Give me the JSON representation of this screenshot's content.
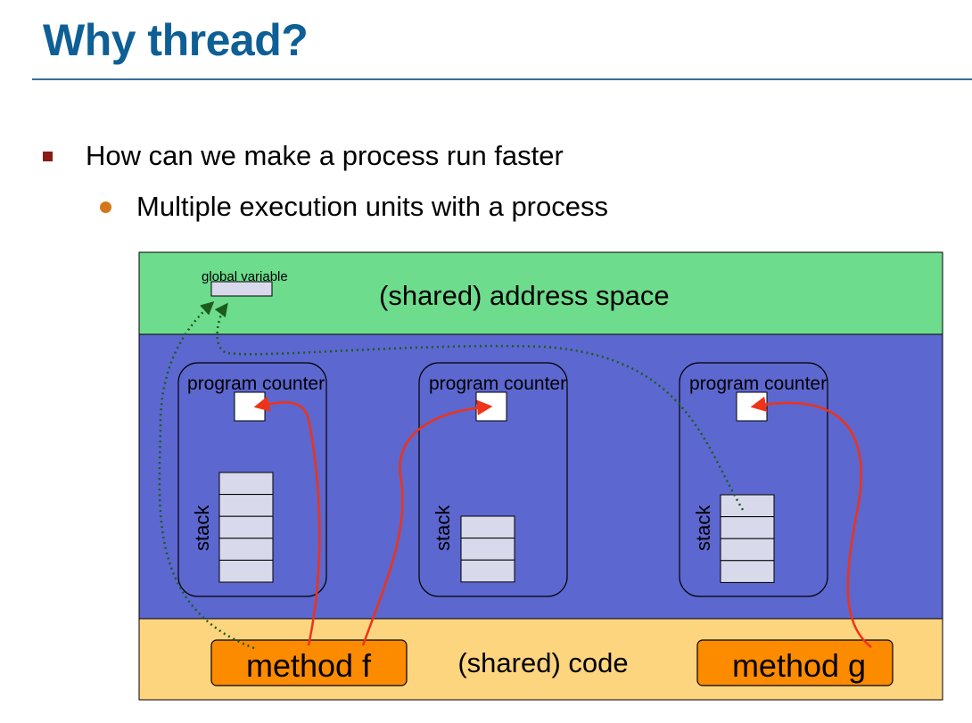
{
  "title": "Why thread?",
  "bullets": [
    {
      "text": "How can we make a process run faster",
      "level": 1
    },
    {
      "text": "Multiple execution units with a process",
      "level": 2
    }
  ],
  "diagram": {
    "address_space_label": "(shared) address space",
    "global_variable_label": "global variable",
    "code_label": "(shared) code",
    "threads": [
      {
        "pc_label": "program counter",
        "stack_label": "stack",
        "stack_slots": 5
      },
      {
        "pc_label": "program counter",
        "stack_label": "stack",
        "stack_slots": 3
      },
      {
        "pc_label": "program counter",
        "stack_label": "stack",
        "stack_slots": 4
      }
    ],
    "methods": [
      "method f",
      "method g"
    ],
    "colors": {
      "address_space": "#6ddc8c",
      "thread_region": "#5c67cf",
      "code_region": "#fdd57f",
      "method_box": "#fd8b00",
      "stack_cell": "#d8d9ea",
      "pc_arrow": "#ee3319",
      "dotted_arrow": "#1c5b1c",
      "title": "#0d5f95",
      "square_bullet": "#8b1a12",
      "round_bullet": "#d4761c"
    }
  }
}
